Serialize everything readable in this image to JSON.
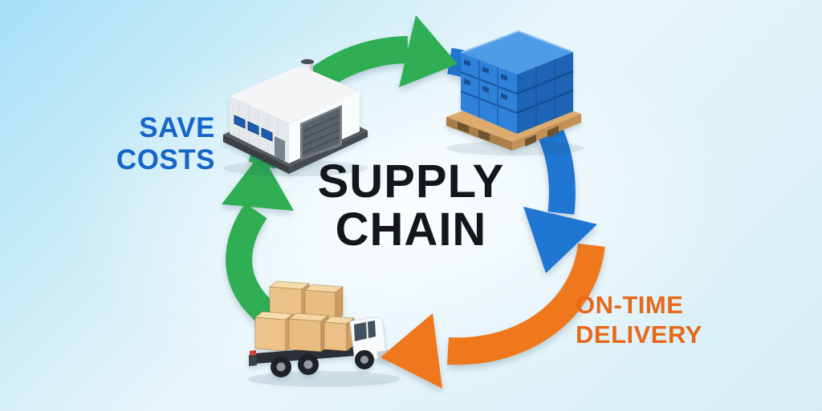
{
  "title": {
    "line1": "SUPPLY",
    "line2": "CHAIN"
  },
  "labels": {
    "save_costs": {
      "line1": "SAVE",
      "line2": "COSTS"
    },
    "on_time_delivery": {
      "line1": "ON-TIME",
      "line2": "DELIVERY"
    }
  },
  "colors": {
    "background_top_left": "#a6e1f7",
    "background_center": "#eef8fb",
    "background_bottom_right": "#d5eef6",
    "arrow_green": "#2fae54",
    "arrow_blue": "#1f76d3",
    "arrow_orange": "#f0781c",
    "title_text": "#14161a",
    "save_costs_text": "#1566c8",
    "on_time_delivery_text": "#e8681a"
  },
  "nodes": [
    {
      "id": "factory",
      "icon": "factory-icon",
      "position": "top-left"
    },
    {
      "id": "shipping-containers",
      "icon": "container-stack-icon",
      "position": "top-right"
    },
    {
      "id": "delivery-truck",
      "icon": "truck-icon",
      "position": "bottom-center"
    }
  ],
  "arrows": [
    {
      "id": "top",
      "color": "green",
      "from": "factory",
      "to": "shipping-containers",
      "direction": "right"
    },
    {
      "id": "right",
      "color": "blue",
      "from": "shipping-containers",
      "to": "on-time-delivery",
      "direction": "down"
    },
    {
      "id": "bottom",
      "color": "orange",
      "from": "on-time-delivery",
      "to": "delivery-truck",
      "direction": "left"
    },
    {
      "id": "left",
      "color": "green",
      "from": "delivery-truck",
      "to": "factory",
      "direction": "up"
    }
  ]
}
